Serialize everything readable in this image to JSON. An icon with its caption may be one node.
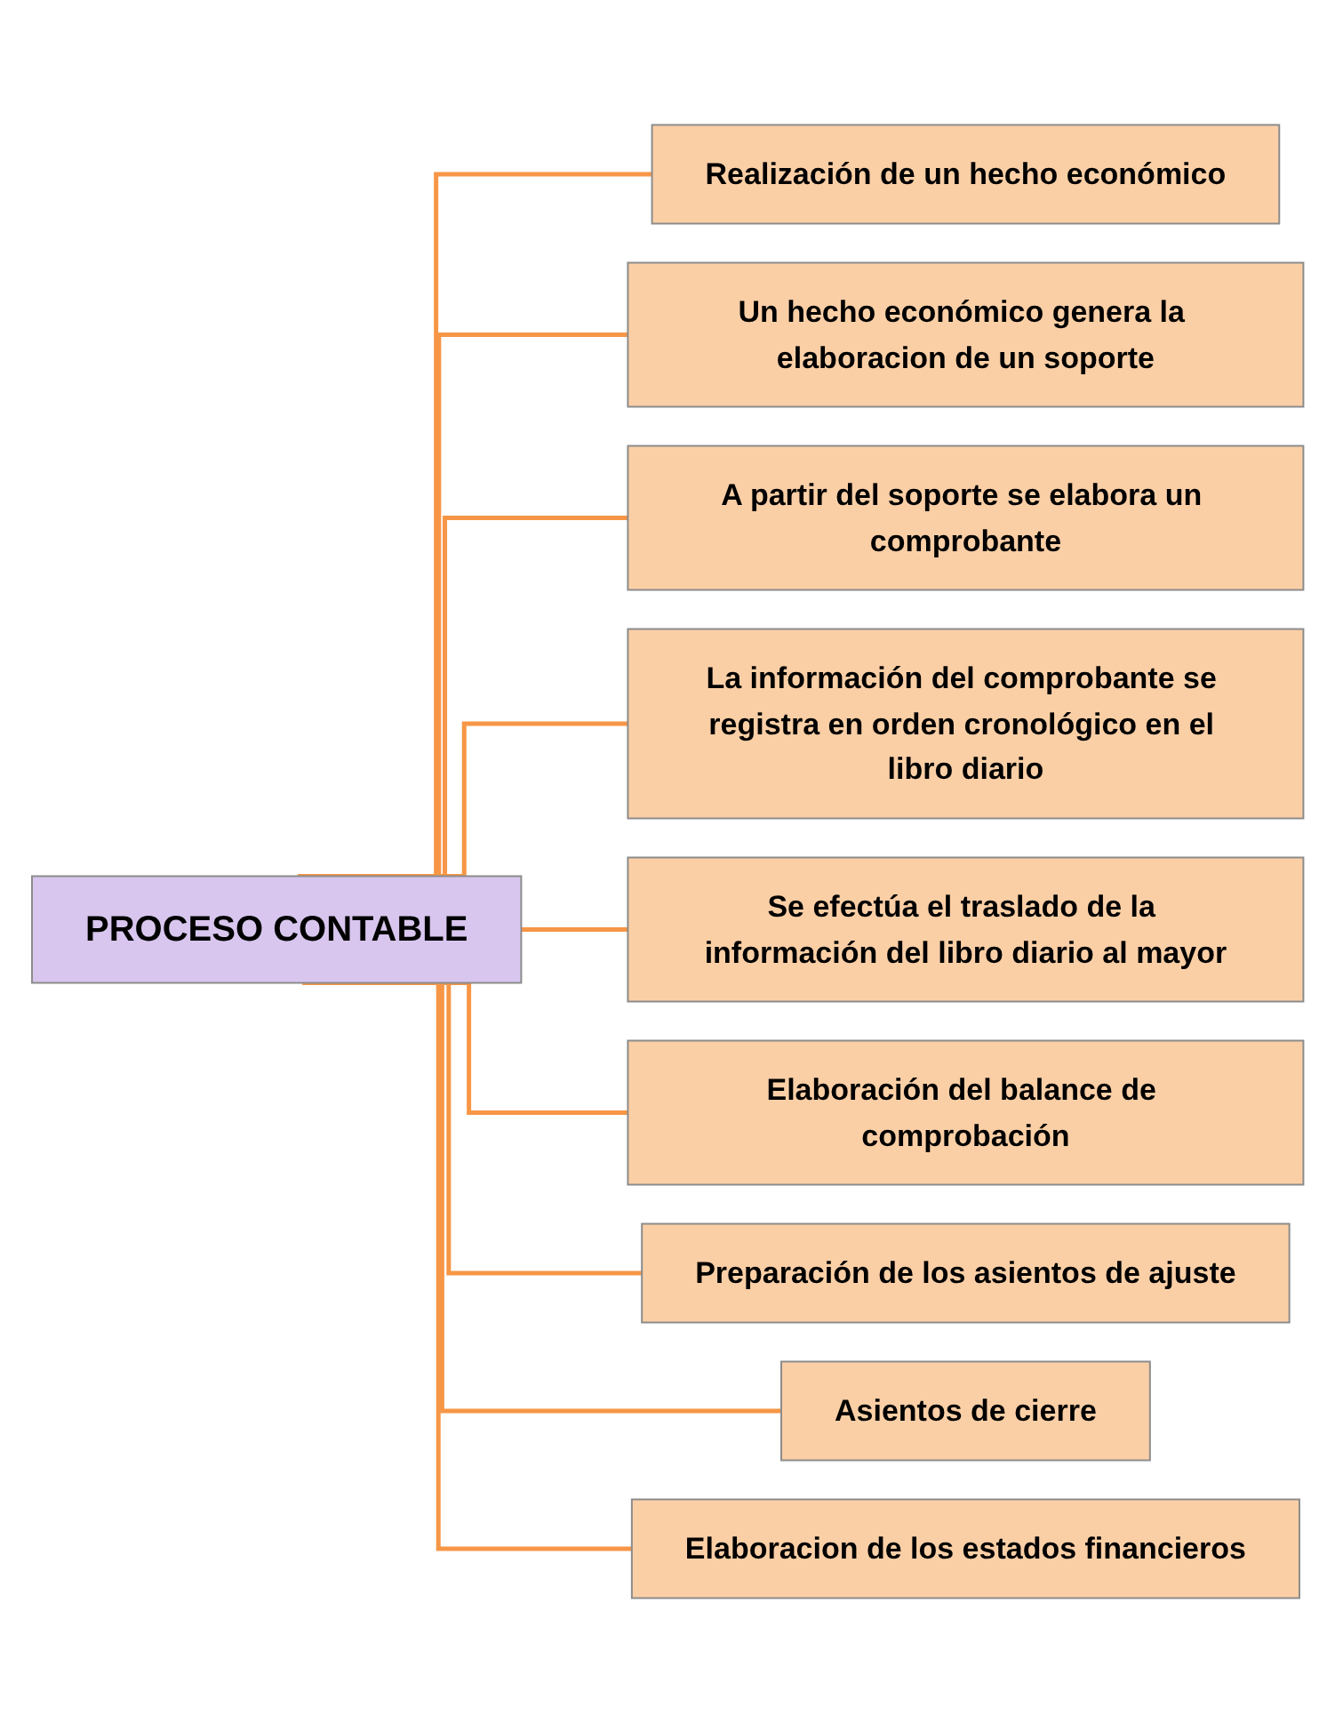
{
  "diagram": {
    "nodes": [
      {
        "text": [
          "PROCESO CONTABLE"
        ]
      },
      {
        "text": [
          "Realización de un hecho económico"
        ]
      },
      {
        "text": [
          "Un hecho económico genera la elaboracion de un soporte"
        ]
      },
      {
        "text": [
          "A partir del soporte se elabora un comprobante"
        ]
      },
      {
        "text": [
          "La información del comprobante se registra en orden cronológico en el libro diario"
        ]
      },
      {
        "text": [
          "Se efectúa el traslado de la información del libro diario al mayor"
        ]
      },
      {
        "text": [
          "Elaboración del balance de comprobación"
        ]
      },
      {
        "text": [
          "Preparación de los asientos de ajuste"
        ]
      },
      {
        "text": [
          "Asientos de cierre"
        ]
      },
      {
        "text": [
          "Elaboracion de los estados financieros"
        ]
      }
    ],
    "edges": [
      {
        "from": 0,
        "to": 1,
        "arrow": "none"
      },
      {
        "from": 0,
        "to": 2,
        "arrow": "none"
      },
      {
        "from": 0,
        "to": 3,
        "arrow": "none"
      },
      {
        "from": 0,
        "to": 4,
        "arrow": "none"
      },
      {
        "from": 0,
        "to": 5,
        "arrow": "none"
      },
      {
        "from": 0,
        "to": 6,
        "arrow": "none"
      },
      {
        "from": 0,
        "to": 7,
        "arrow": "none"
      },
      {
        "from": 0,
        "to": 8,
        "arrow": "none"
      },
      {
        "from": 0,
        "to": 9,
        "arrow": "none"
      }
    ]
  }
}
